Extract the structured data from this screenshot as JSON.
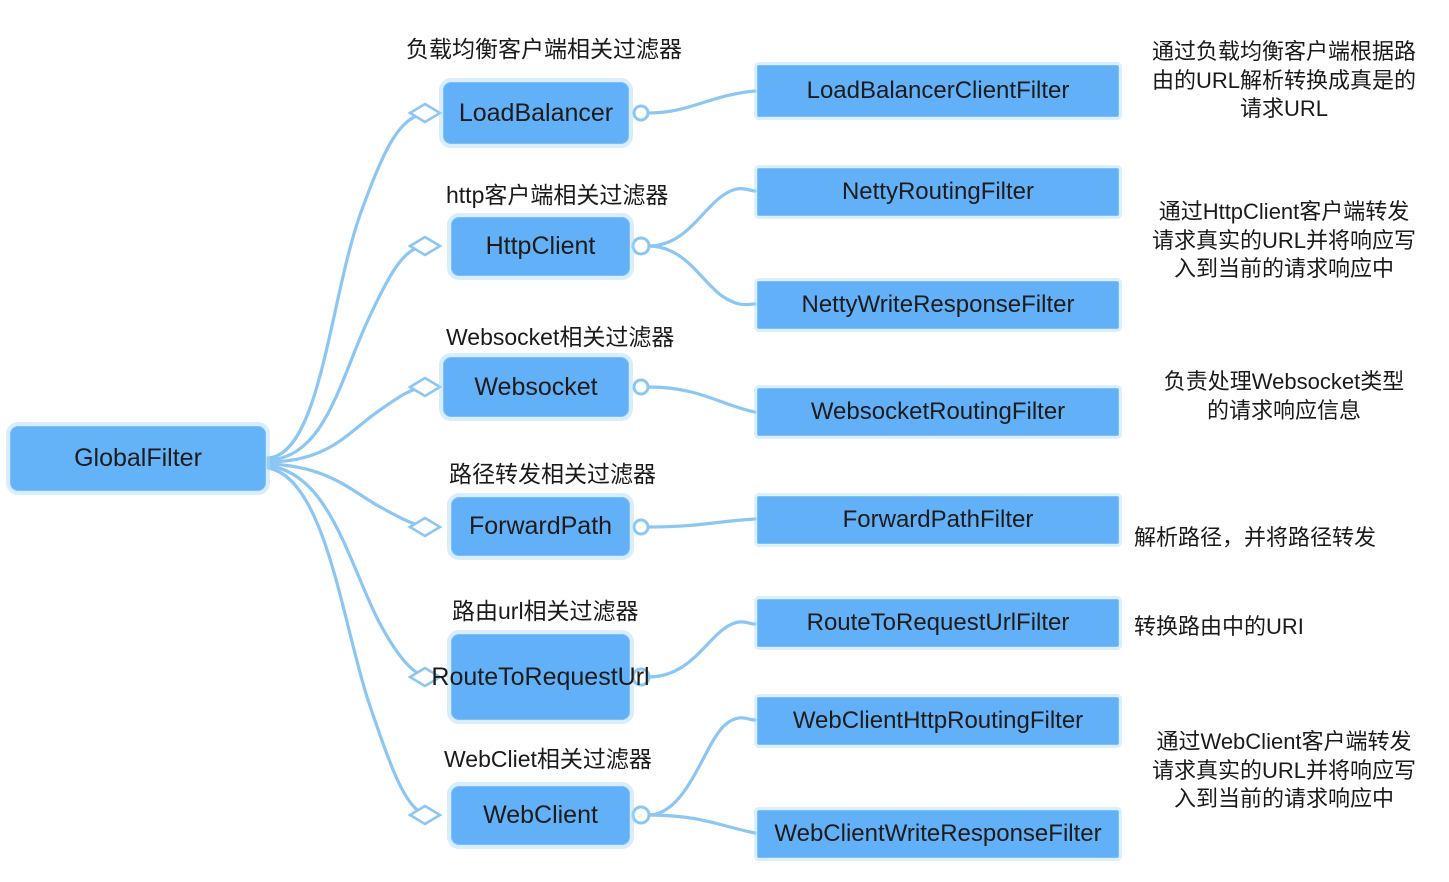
{
  "diagram": {
    "type": "mindmap",
    "title": "GlobalFilter",
    "accent_color": "#62b0f7",
    "connector_color": "#8cc6f2",
    "background": "#ffffff",
    "root": {
      "label": "GlobalFilter"
    },
    "branches": [
      {
        "category": "负载均衡客户端相关过滤器",
        "label": "LoadBalancer",
        "filters": [
          "LoadBalancerClientFilter"
        ],
        "note": [
          "通过负载均衡客户端根据路",
          "由的URL解析转换成真是的",
          "请求URL"
        ]
      },
      {
        "category": "http客户端相关过滤器",
        "label": "HttpClient",
        "filters": [
          "NettyRoutingFilter",
          "NettyWriteResponseFilter"
        ],
        "note": [
          "通过HttpClient客户端转发",
          "请求真实的URL并将响应写",
          "入到当前的请求响应中"
        ]
      },
      {
        "category": "Websocket相关过滤器",
        "label": "Websocket",
        "filters": [
          "WebsocketRoutingFilter"
        ],
        "note": [
          "负责处理Websocket类型",
          "的请求响应信息"
        ]
      },
      {
        "category": "路径转发相关过滤器",
        "label": "ForwardPath",
        "filters": [
          "ForwardPathFilter"
        ],
        "note": [
          "解析路径，并将路径转发"
        ]
      },
      {
        "category": "路由url相关过滤器",
        "label": "RouteToRequestUrl",
        "filters": [
          "RouteToRequestUrlFilter"
        ],
        "note": [
          "转换路由中的URI"
        ]
      },
      {
        "category": "WebCliet相关过滤器",
        "label": "WebClient",
        "filters": [
          "WebClientHttpRoutingFilter",
          "WebClientWriteResponseFilter"
        ],
        "note": [
          "通过WebClient客户端转发",
          "请求真实的URL并将响应写",
          "入到当前的请求响应中"
        ]
      }
    ]
  }
}
